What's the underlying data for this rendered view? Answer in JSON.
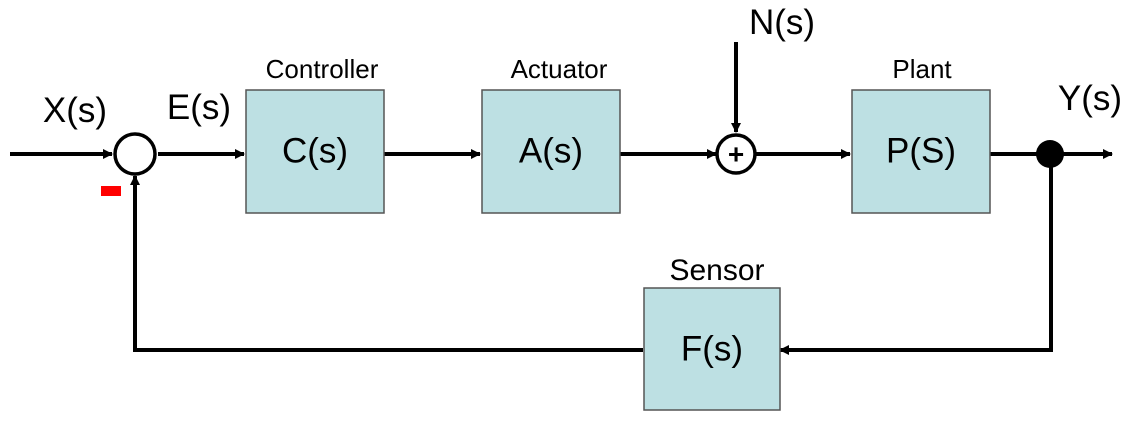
{
  "colors": {
    "block_fill": "#bde0e3",
    "line": "#000000",
    "negative_sign": "#ff0000"
  },
  "signals": {
    "input": "X(s)",
    "error": "E(s)",
    "noise": "N(s)",
    "output": "Y(s)"
  },
  "blocks": {
    "controller": {
      "title": "Controller",
      "label": "C(s)"
    },
    "actuator": {
      "title": "Actuator",
      "label": "A(s)"
    },
    "plant": {
      "title": "Plant",
      "label": "P(S)"
    },
    "sensor": {
      "title": "Sensor",
      "label": "F(s)"
    }
  },
  "summing_junctions": {
    "noise_sign": "+"
  }
}
